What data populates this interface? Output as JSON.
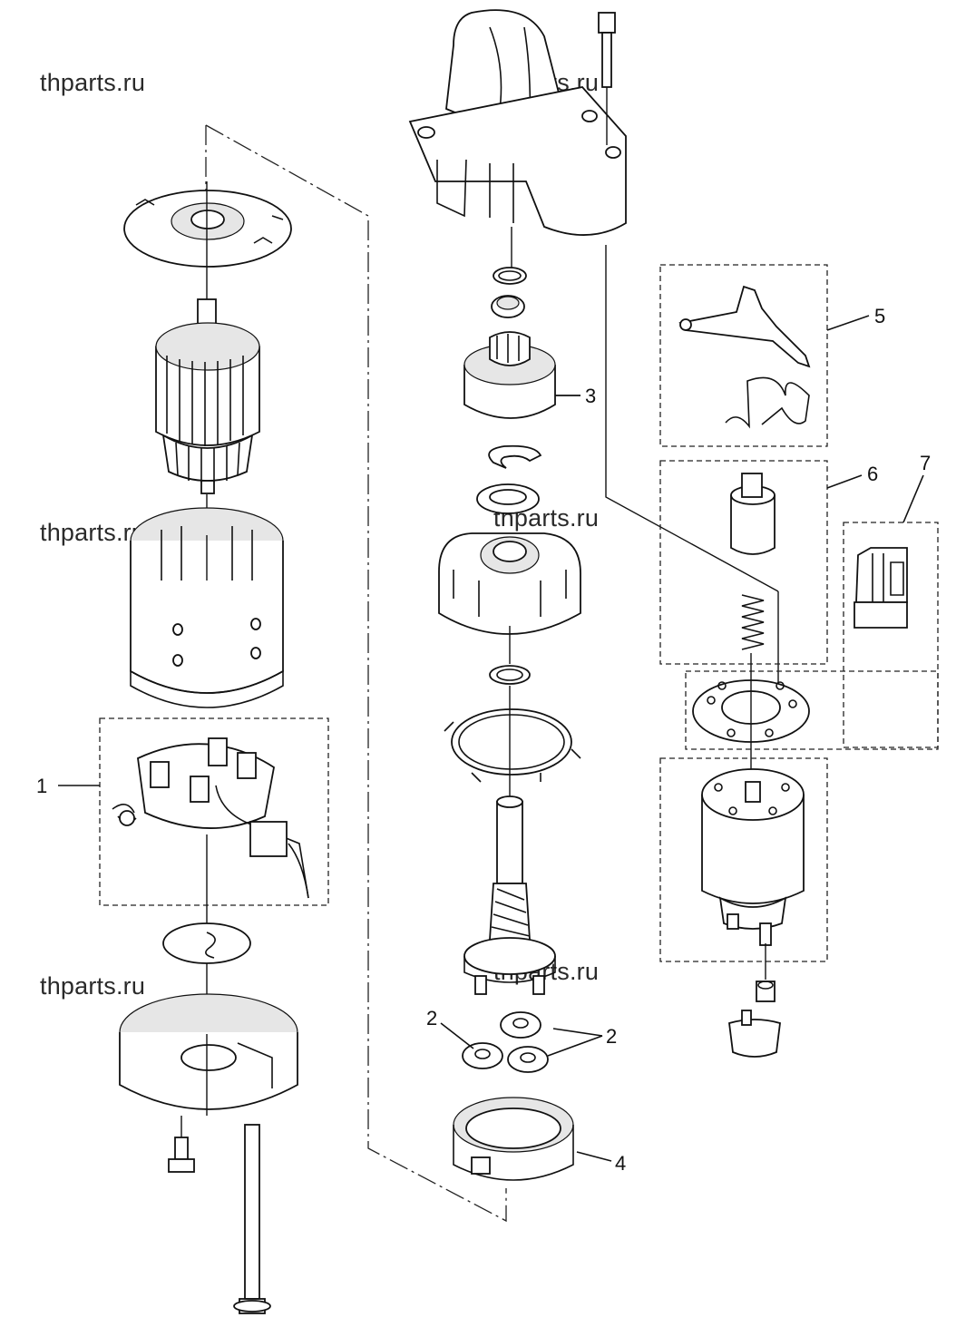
{
  "watermark": "thparts.ru",
  "callouts": {
    "c1": "1",
    "c2a": "2",
    "c2b": "2",
    "c3": "3",
    "c4": "4",
    "c5": "5",
    "c6": "6",
    "c7": "7"
  }
}
